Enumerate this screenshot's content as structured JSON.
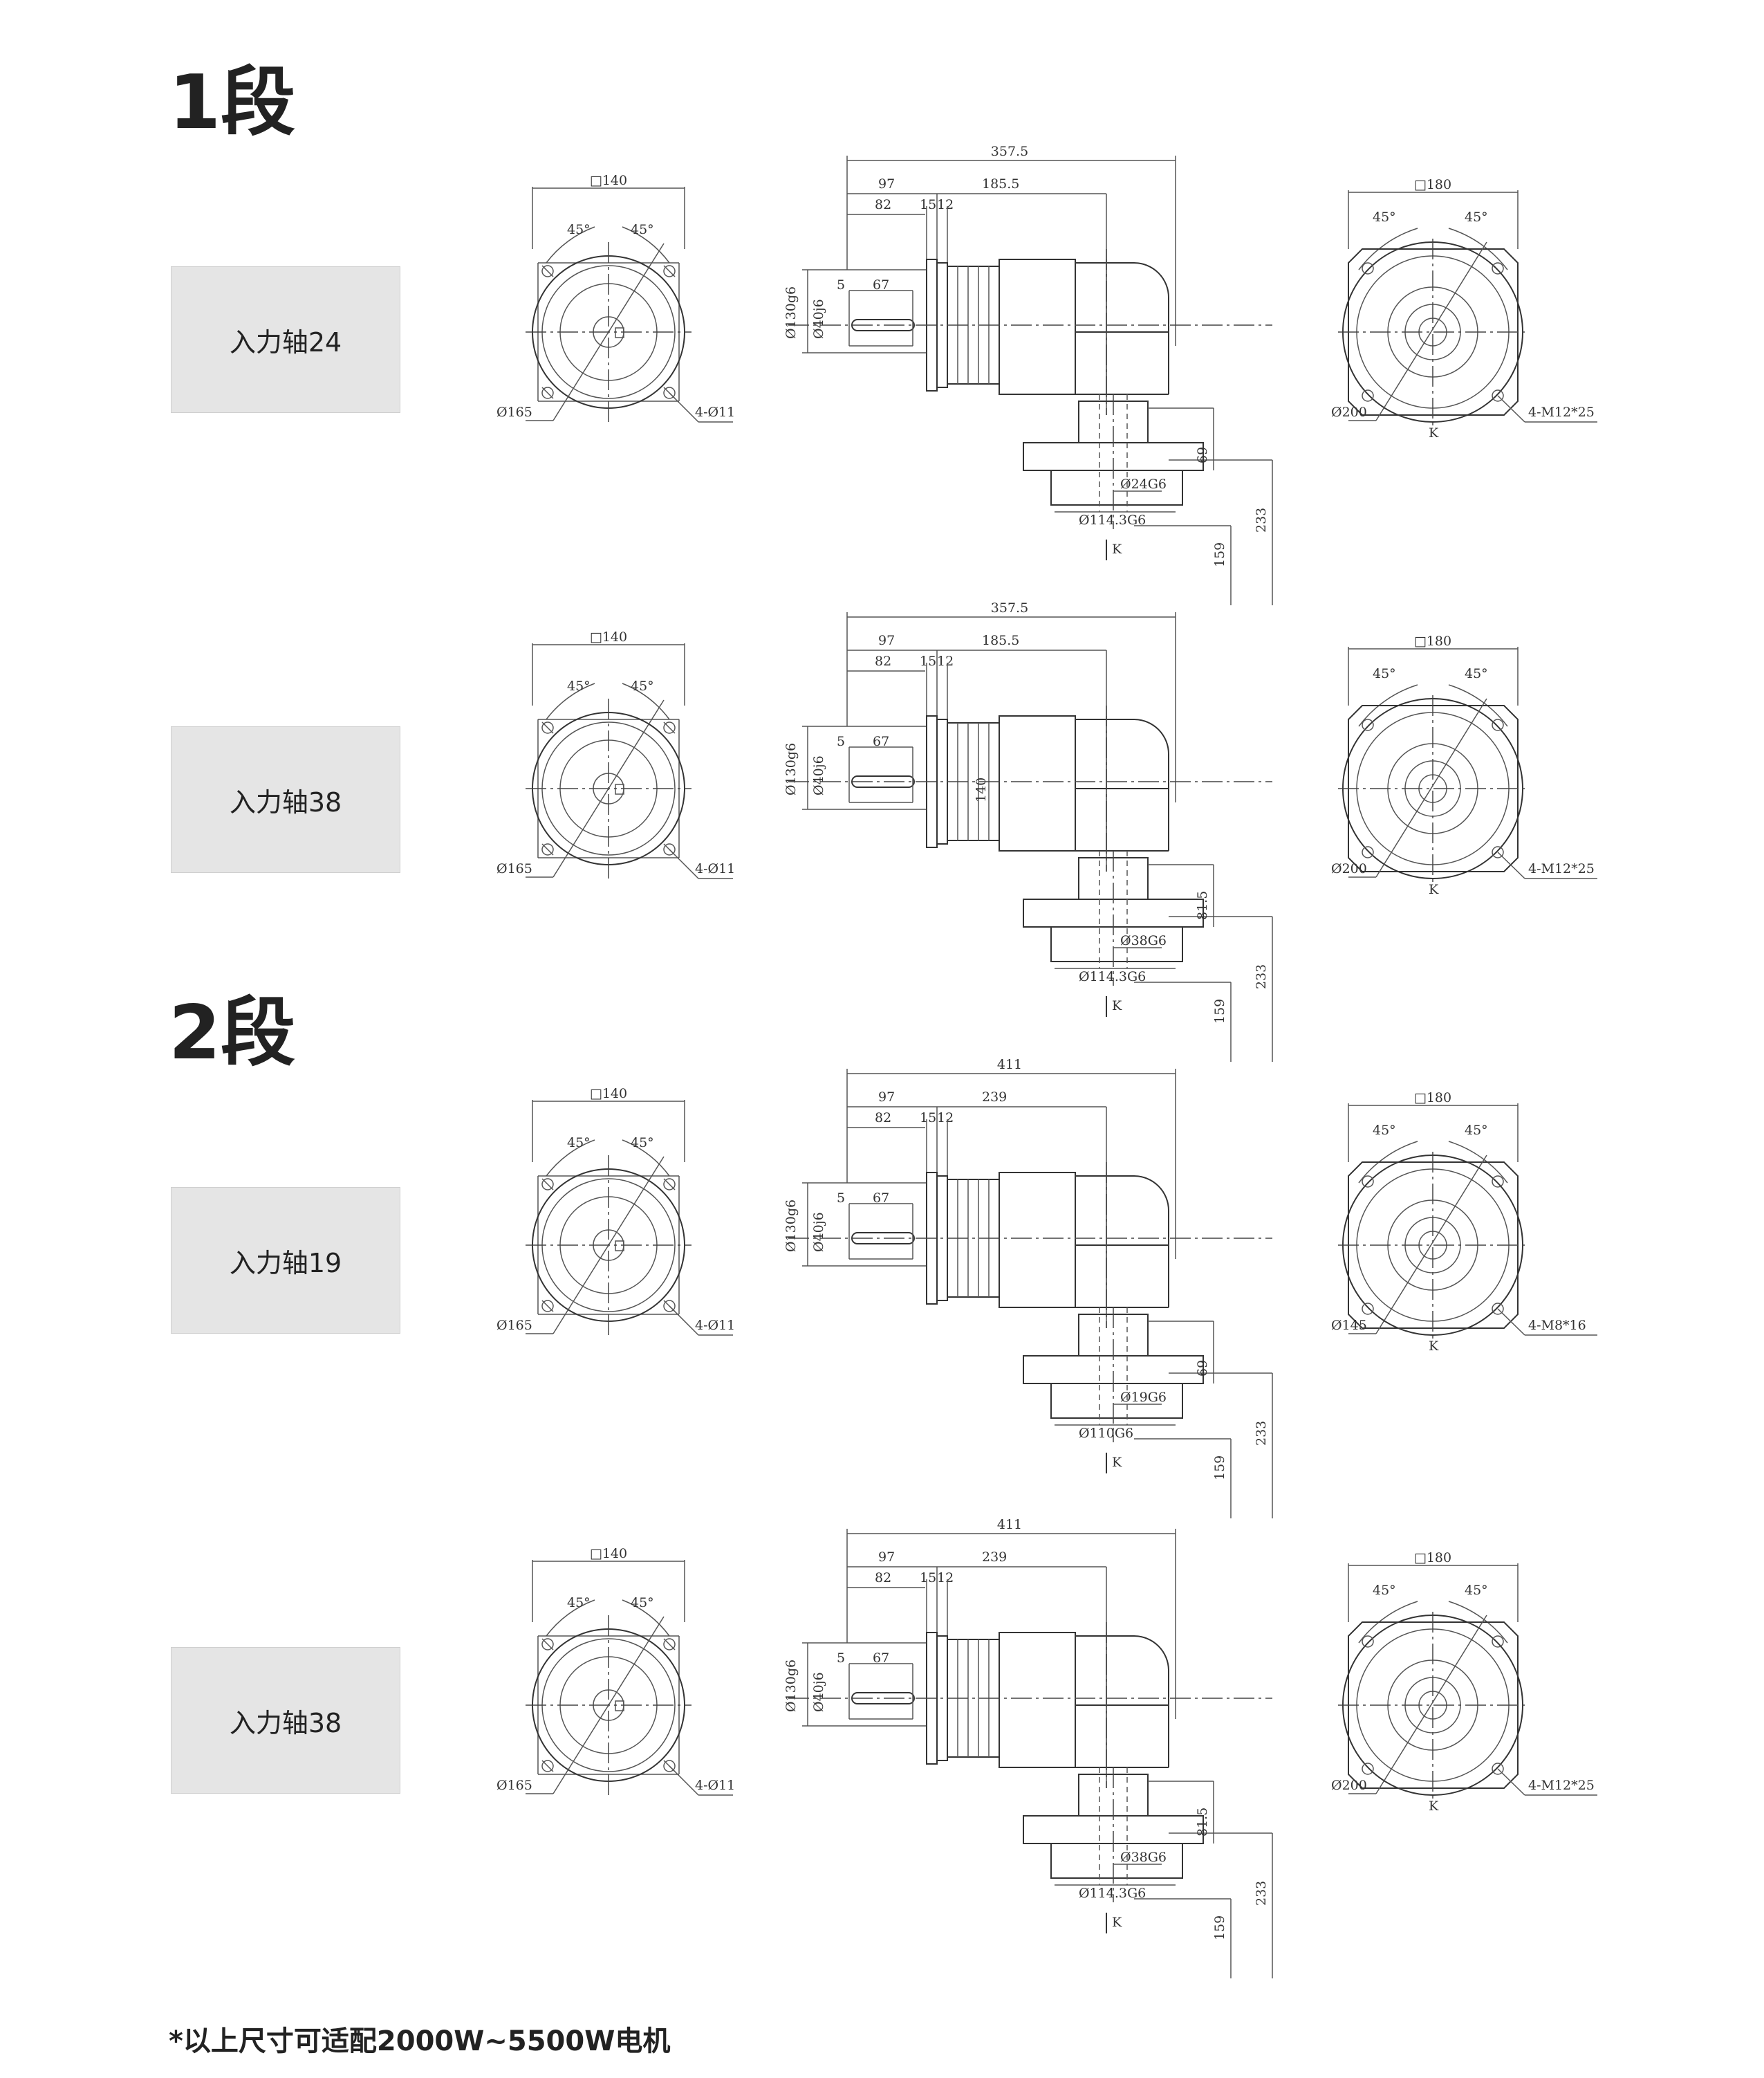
{
  "stages": [
    {
      "title": "1段",
      "rows": [
        {
          "input_label": "入力轴24",
          "front": {
            "square": "□140",
            "angle_left": "45°",
            "angle_right": "45°",
            "pcd": "Ø165",
            "holes": "4-Ø11"
          },
          "side": {
            "overall": "357.5",
            "d97": "97",
            "d185": "185.5",
            "d82": "82",
            "d15": "15",
            "d12": "12",
            "d5": "5",
            "d67": "67",
            "bore1": "Ø130g6",
            "bore2": "Ø40j6",
            "h233": "233",
            "h159": "159",
            "h_low": "69",
            "out_bore": "Ø24G6",
            "out_pilot": "Ø114.3G6",
            "k": "K",
            "body_h": ""
          },
          "output": {
            "square": "□180",
            "angle_left": "45°",
            "angle_right": "45°",
            "pcd": "Ø200",
            "holes": "4-M12*25",
            "k": "K"
          }
        },
        {
          "input_label": "入力轴38",
          "front": {
            "square": "□140",
            "angle_left": "45°",
            "angle_right": "45°",
            "pcd": "Ø165",
            "holes": "4-Ø11"
          },
          "side": {
            "overall": "357.5",
            "d97": "97",
            "d185": "185.5",
            "d82": "82",
            "d15": "15",
            "d12": "12",
            "d5": "5",
            "d67": "67",
            "bore1": "Ø130g6",
            "bore2": "Ø40j6",
            "h233": "233",
            "h159": "159",
            "h_low": "81.5",
            "out_bore": "Ø38G6",
            "out_pilot": "Ø114.3G6",
            "k": "K",
            "body_h": "140"
          },
          "output": {
            "square": "□180",
            "angle_left": "45°",
            "angle_right": "45°",
            "pcd": "Ø200",
            "holes": "4-M12*25",
            "k": "K"
          }
        }
      ]
    },
    {
      "title": "2段",
      "rows": [
        {
          "input_label": "入力轴19",
          "front": {
            "square": "□140",
            "angle_left": "45°",
            "angle_right": "45°",
            "pcd": "Ø165",
            "holes": "4-Ø11"
          },
          "side": {
            "overall": "411",
            "d97": "97",
            "d185": "239",
            "d82": "82",
            "d15": "15",
            "d12": "12",
            "d5": "5",
            "d67": "67",
            "bore1": "Ø130g6",
            "bore2": "Ø40j6",
            "h233": "233",
            "h159": "159",
            "h_low": "69",
            "out_bore": "Ø19G6",
            "out_pilot": "Ø110G6",
            "k": "K",
            "body_h": ""
          },
          "output": {
            "square": "□180",
            "angle_left": "45°",
            "angle_right": "45°",
            "pcd": "Ø145",
            "holes": "4-M8*16",
            "k": "K"
          }
        },
        {
          "input_label": "入力轴38",
          "front": {
            "square": "□140",
            "angle_left": "45°",
            "angle_right": "45°",
            "pcd": "Ø165",
            "holes": "4-Ø11"
          },
          "side": {
            "overall": "411",
            "d97": "97",
            "d185": "239",
            "d82": "82",
            "d15": "15",
            "d12": "12",
            "d5": "5",
            "d67": "67",
            "bore1": "Ø130g6",
            "bore2": "Ø40j6",
            "h233": "233",
            "h159": "159",
            "h_low": "81.5",
            "out_bore": "Ø38G6",
            "out_pilot": "Ø114.3G6",
            "k": "K",
            "body_h": ""
          },
          "output": {
            "square": "□180",
            "angle_left": "45°",
            "angle_right": "45°",
            "pcd": "Ø200",
            "holes": "4-M12*25",
            "k": "K"
          }
        }
      ]
    }
  ],
  "footnote": "*以上尺寸可适配2000W~5500W电机"
}
